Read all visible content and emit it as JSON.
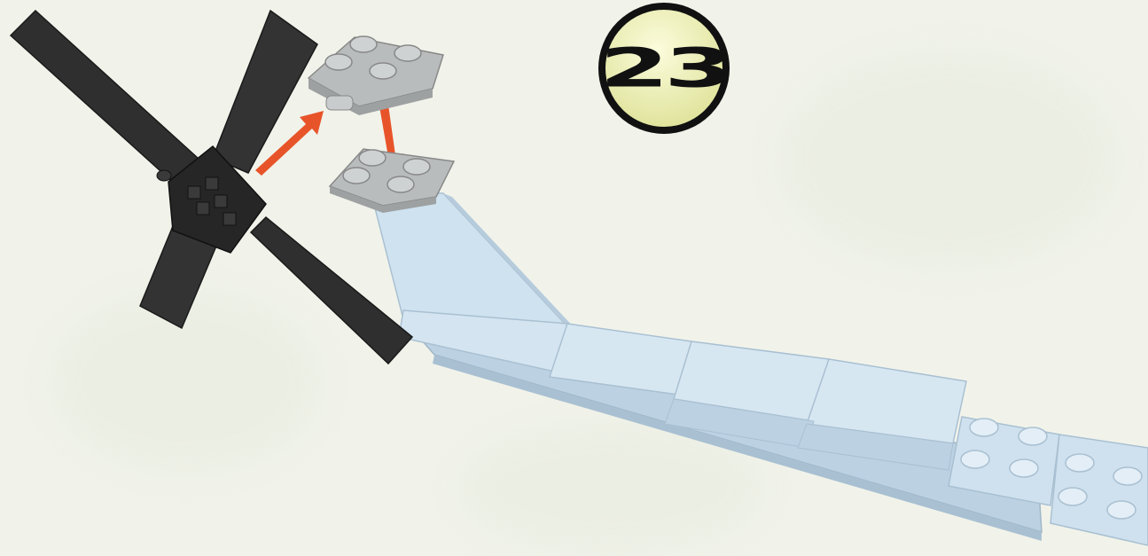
{
  "step": {
    "number": "23"
  },
  "colors": {
    "background": "#f1f3ea",
    "badge_fill": "#e8eaa8",
    "badge_ring": "#111111",
    "rotor": "#2d2d2d",
    "plate_gray": "#b9bcbd",
    "tail_blue": "#c9ddea",
    "arrow": "#e8542a"
  },
  "icons": [
    "step-number-badge",
    "rotor",
    "arrow",
    "plate",
    "tail-boom"
  ]
}
